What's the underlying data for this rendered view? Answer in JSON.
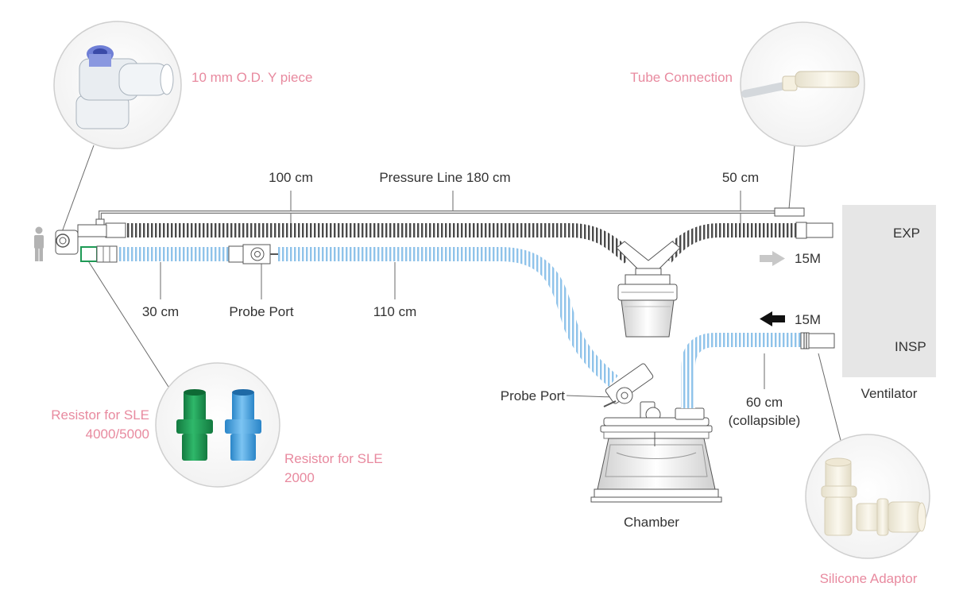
{
  "callouts": {
    "y_piece": "10 mm O.D. Y piece",
    "tube_connection": "Tube Connection",
    "resistor_sle_4000_line1": "Resistor for SLE",
    "resistor_sle_4000_line2": "4000/5000",
    "resistor_sle_2000_line1": "Resistor for SLE",
    "resistor_sle_2000_line2": "2000",
    "silicone_adaptor": "Silicone Adaptor"
  },
  "measurements": {
    "tube_100": "100 cm",
    "pressure_line": "Pressure Line 180 cm",
    "tube_50": "50 cm",
    "tube_30": "30 cm",
    "tube_110": "110 cm",
    "tube_60": "60 cm",
    "collapsible": "(collapsible)"
  },
  "components": {
    "probe_port_inline": "Probe Port",
    "probe_port_chamber": "Probe Port",
    "chamber": "Chamber",
    "ventilator": "Ventilator"
  },
  "flow": {
    "exp": "EXP",
    "insp": "INSP",
    "flow_upper": "15M",
    "flow_lower": "15M"
  },
  "colors": {
    "callout_text": "#e88a9f",
    "label_text": "#333333",
    "expiratory_tube": "#555555",
    "inspiratory_tube": "#8fc3ea",
    "ventilator_panel": "#e6e6e6",
    "resistor_green": "#1e9a55",
    "resistor_blue": "#4aa3e0",
    "y_piece_cap": "#6f7fd6"
  },
  "icons": {
    "patient": "person-icon"
  }
}
